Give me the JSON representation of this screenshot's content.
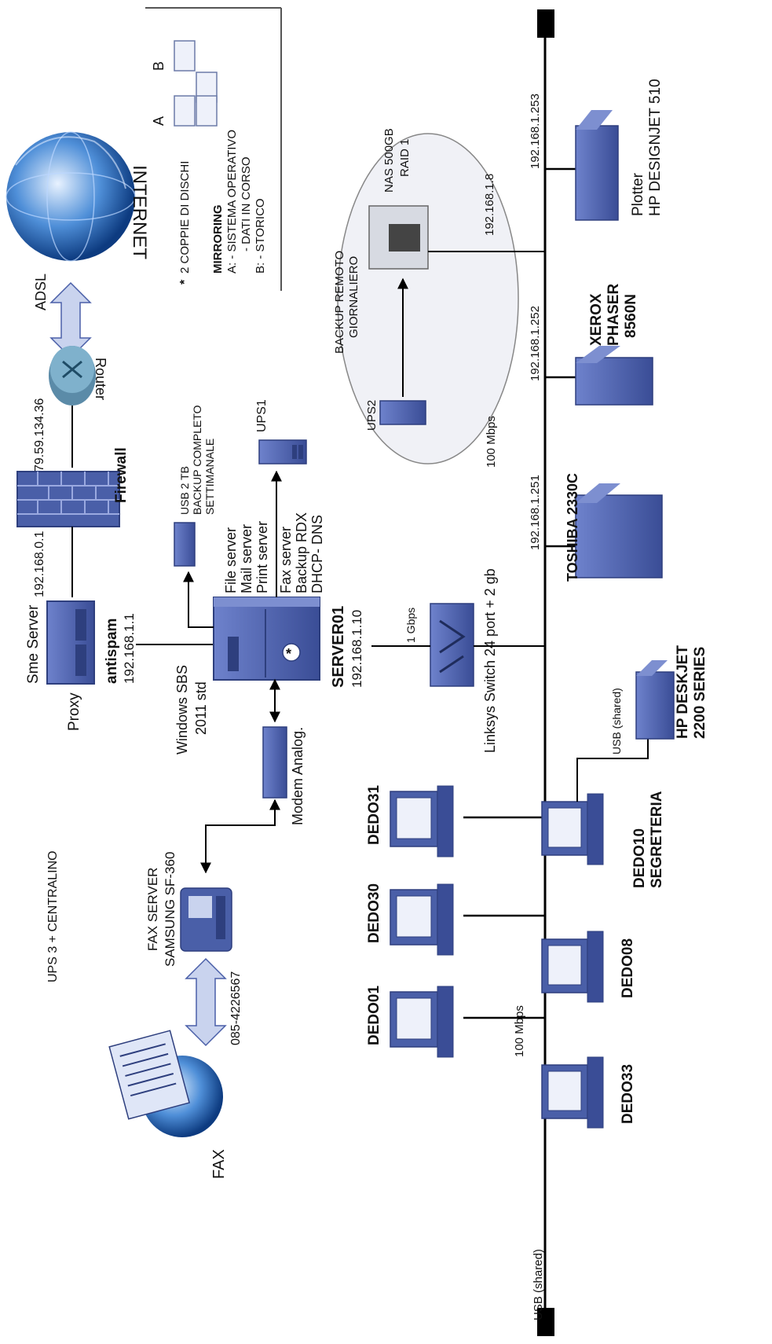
{
  "internet": {
    "label": "INTERNET",
    "link": "ADSL"
  },
  "router": {
    "label": "Router",
    "wan_ip": "79.59.134.36"
  },
  "firewall": {
    "label": "Firewall"
  },
  "proxy": {
    "server_name": "Sme Server",
    "role": "Proxy",
    "name": "antispam",
    "ip": "192.168.1.1",
    "fw_ip": "192.168.0.1"
  },
  "server": {
    "os_line1": "Windows SBS",
    "os_line2": "2011 std",
    "name": "SERVER01",
    "ip": "192.168.1.10",
    "services": [
      "File server",
      "Mail server",
      "Print server",
      "Fax server",
      "Backup RDX",
      "DHCP- DNS"
    ],
    "star": "*"
  },
  "usb_backup": [
    "USB 2 TB",
    "BACKUP COMPLETO",
    "SETTIMANALE"
  ],
  "ups1": "UPS1",
  "ups2": "UPS2",
  "ups3": "UPS 3 + CENTRALINO",
  "modem": "Modem Analog.",
  "fax_server": {
    "line1": "FAX SERVER",
    "line2": "SAMSUNG SF-360",
    "number": "085-4226567"
  },
  "fax": "FAX",
  "mirroring": {
    "pairs": "2 COPPIE DI DISCHI",
    "star": "*",
    "title": "MIRRORING",
    "line_a": "A: - SISTEMA OPERATIVO",
    "line_a2": "- DATI IN CORSO",
    "line_b": "B: - STORICO",
    "disk_a": "A",
    "disk_b": "B"
  },
  "backup_remote": {
    "line1": "BACKUP REMOTO",
    "line2": "GIORNALIERO",
    "nas_line1": "NAS 500GB",
    "nas_line2": "RAID 1",
    "nas_ip": "192.168.1.8"
  },
  "switch": {
    "label": "Linksys Switch 24 port + 2 gb",
    "uplink": "1 Gbps"
  },
  "speeds": {
    "main": "100 Mbps",
    "left": "100 Mbps"
  },
  "usb_shared": "USB (shared)",
  "printers": [
    {
      "ip": "192.168.1.251",
      "name": "TOSHIBA 2330C"
    },
    {
      "ip": "192.168.1.252",
      "name1": "XEROX",
      "name2": "PHASER",
      "name3": "8560N"
    },
    {
      "ip": "192.168.1.253",
      "name1": "Plotter",
      "name2": "HP DESIGNJET 510"
    }
  ],
  "deskjet": {
    "usb": "USB (shared)",
    "name1": "HP  DESKJET",
    "name2": "2200 SERIES"
  },
  "workstations_top": [
    "DEDO31",
    "DEDO30",
    "DEDO01"
  ],
  "workstations_bottom": [
    "DEDO10",
    "SEGRETERIA",
    "DEDO08",
    "DEDO33"
  ],
  "colors": {
    "device": "#4a5fa8",
    "device_dark": "#2e3f7e",
    "device_light": "#7d8fd0",
    "line": "#000000",
    "arrow_fill": "#c9d3ee"
  }
}
